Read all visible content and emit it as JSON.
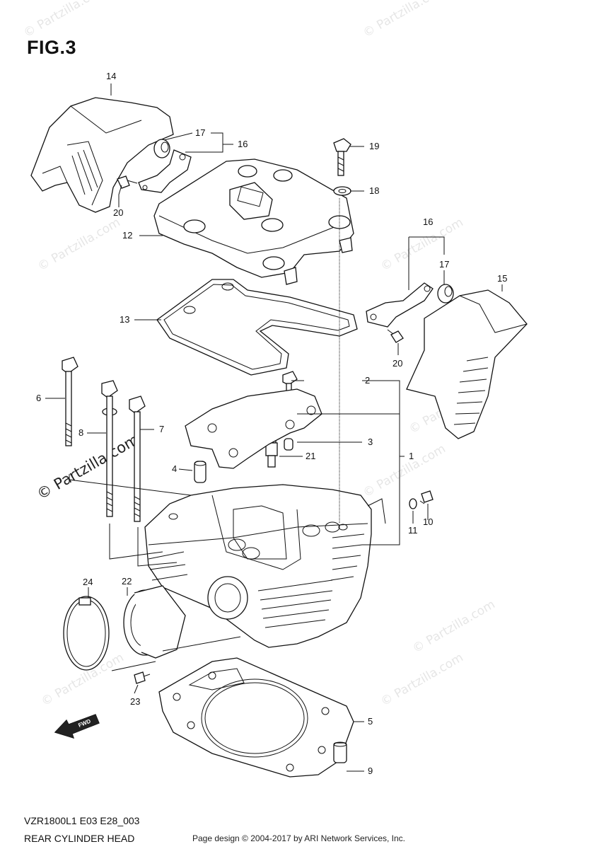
{
  "figure": {
    "title": "FIG.3"
  },
  "footer": {
    "code": "VZR1800L1 E03 E28_003",
    "name": "REAR CYLINDER HEAD",
    "credit": "Page design © 2004-2017 by ARI Network Services, Inc."
  },
  "watermark": {
    "text": "© Partzilla.com"
  },
  "fwd_label": "FWD",
  "callouts": {
    "c1": "1",
    "c2": "2",
    "c3": "3",
    "c4": "4",
    "c5": "5",
    "c6": "6",
    "c7": "7",
    "c8": "8",
    "c9": "9",
    "c10": "10",
    "c11": "11",
    "c12": "12",
    "c13": "13",
    "c14": "14",
    "c15": "15",
    "c16a": "16",
    "c16b": "16",
    "c17a": "17",
    "c17b": "17",
    "c18": "18",
    "c19": "19",
    "c20a": "20",
    "c20b": "20",
    "c21": "21",
    "c22": "22",
    "c23": "23",
    "c24": "24"
  }
}
